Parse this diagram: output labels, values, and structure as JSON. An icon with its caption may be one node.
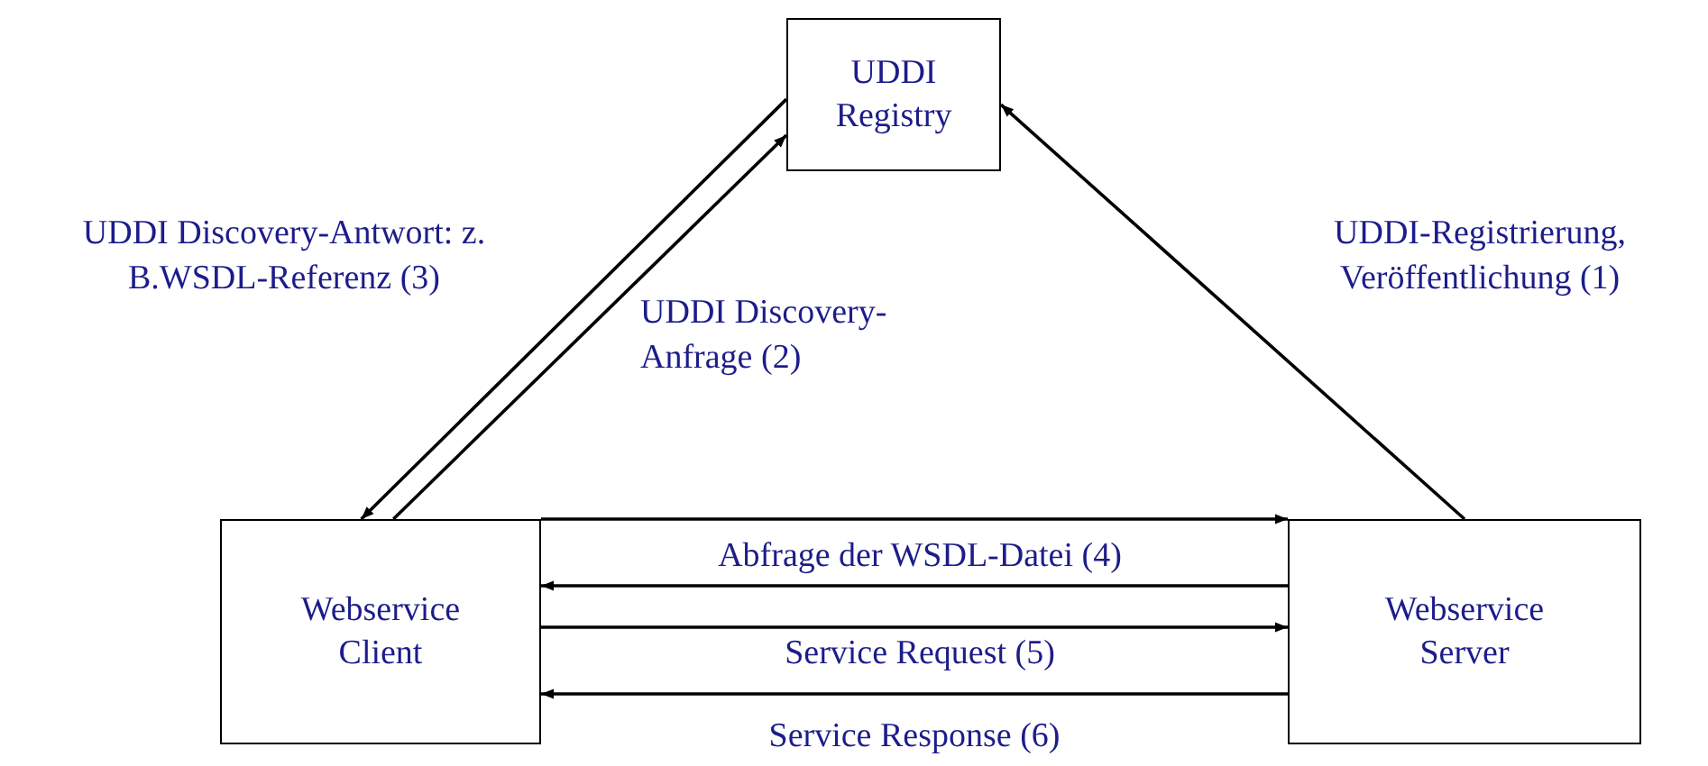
{
  "diagram": {
    "nodes": [
      {
        "text": [
          "UDDI Registry"
        ]
      },
      {
        "text": [
          "Webservice Client"
        ]
      },
      {
        "text": [
          "Webservice Server"
        ]
      }
    ],
    "edges": [
      {
        "from": 2,
        "to": 0,
        "arrow": "to",
        "label": "UDDI-Registrierung, Veröffentlichung (1)"
      },
      {
        "from": 1,
        "to": 0,
        "arrow": "to",
        "label": "UDDI Discovery-Anfrage (2)"
      },
      {
        "from": 0,
        "to": 1,
        "arrow": "to",
        "label": "UDDI Discovery-Antwort: z. B.WSDL-Referenz (3)"
      },
      {
        "from": 1,
        "to": 2,
        "arrow": "to",
        "label": "Abfrage der WSDL-Datei (4)"
      },
      {
        "from": 2,
        "to": 1,
        "arrow": "to"
      },
      {
        "from": 1,
        "to": 2,
        "arrow": "to",
        "label": "Service Request (5)"
      },
      {
        "from": 2,
        "to": 1,
        "arrow": "to",
        "label": "Service Response (6)"
      }
    ]
  }
}
